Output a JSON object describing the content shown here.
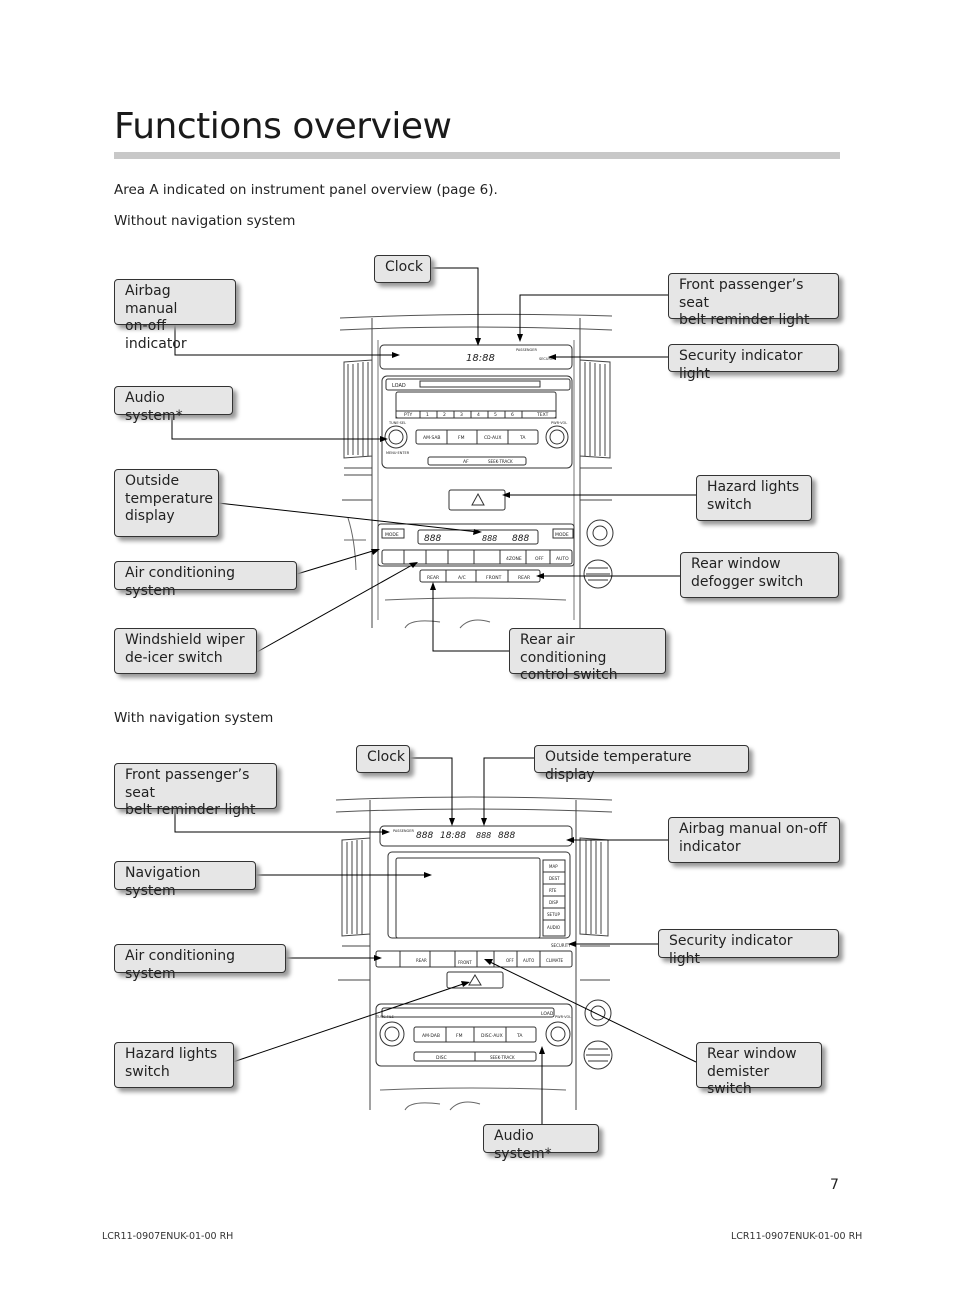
{
  "page": {
    "title": "Functions overview",
    "intro": "Area A indicated on instrument panel overview (page 6).",
    "section1_heading": "Without navigation system",
    "section2_heading": "With navigation system",
    "page_number": "7",
    "footer_left": "LCR11-0907ENUK-01-00 RH",
    "footer_right": "LCR11-0907ENUK-01-00 RH"
  },
  "diagram1": {
    "callouts": {
      "clock": "Clock",
      "airbag": "Airbag manual\non-off indicator",
      "front_seat_belt": "Front passenger’s seat\nbelt reminder light",
      "security": "Security indicator light",
      "audio": "Audio system*",
      "outside_temp": "Outside\ntemperature\ndisplay",
      "hazard": "Hazard lights\nswitch",
      "air_conditioning": "Air conditioning system",
      "rear_defogger": "Rear window\ndefogger switch",
      "windshield_wiper": "Windshield wiper\nde-icer switch",
      "rear_ac": "Rear air conditioning\ncontrol switch"
    },
    "panel": {
      "clock_display": "18:88",
      "passenger_label": "PASSENGER",
      "security_label": "SECURITY",
      "load_label": "LOAD",
      "pty_label": "PTY",
      "presets": [
        "1",
        "2",
        "3",
        "4",
        "5",
        "6"
      ],
      "text_label": "TEXT",
      "tune_sel": "TUNE·SEL",
      "pwr_vol": "PWR·VOL",
      "menu_enter": "MENU·ENTER",
      "buttons": [
        "AM·SAB",
        "FM",
        "CD·AUX",
        "TA"
      ],
      "af_label": "AF",
      "seek_track": "SEEK·TRACK",
      "mode": "MODE",
      "temp_left": "888",
      "temp_mid": "888",
      "temp_right": "888",
      "ac_buttons": [
        "REAR",
        "A/C",
        "FRONT",
        "REAR"
      ],
      "zone": "4ZONE",
      "off": "OFF",
      "auto": "AUTO"
    }
  },
  "diagram2": {
    "callouts": {
      "clock": "Clock",
      "outside_temp": "Outside temperature display",
      "front_seat_belt": "Front passenger’s seat\nbelt reminder light",
      "airbag": "Airbag manual on-off\nindicator",
      "navigation": "Navigation system",
      "air_conditioning": "Air conditioning system",
      "security": "Security indicator light",
      "hazard": "Hazard lights\nswitch",
      "rear_demister": "Rear window\ndemister switch",
      "audio": "Audio system*"
    },
    "panel": {
      "clock_display": "18:88",
      "temp_left": "888",
      "temp_mid": "888",
      "temp_right": "888",
      "passenger_label": "PASSENGER",
      "side_buttons": [
        "MAP",
        "DEST",
        "RTE",
        "DISP",
        "SETUP",
        "AUDIO"
      ],
      "security_label": "SECURITY",
      "ac_buttons": [
        "REAR",
        "FRONT",
        "OFF",
        "AUTO",
        "CLIMATE"
      ],
      "load_label": "LOAD",
      "tune_file": "TUNE·FILE",
      "pwr_vol": "PWR·VOL",
      "buttons": [
        "AM·DAB",
        "FM",
        "DISC·AUX",
        "TA"
      ],
      "disc_label": "DISC",
      "seek_track": "SEEK·TRACK"
    }
  }
}
